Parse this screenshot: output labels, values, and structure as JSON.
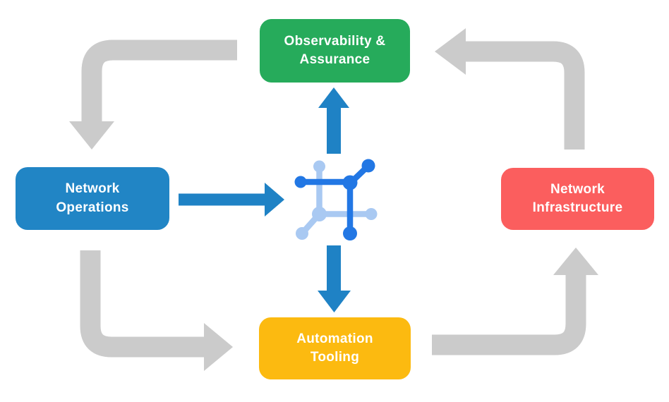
{
  "colors": {
    "background": "#ffffff",
    "arrow_gray": "#cbcbcb",
    "arrow_blue": "#1f82c5",
    "icon_dark_blue": "#2277e4",
    "icon_light_blue": "#a9c9f2",
    "node_text": "#ffffff",
    "node_green": "#26ab5b",
    "node_blue": "#2185c5",
    "node_red": "#fb5e5e",
    "node_yellow": "#fcba10"
  },
  "nodes": {
    "observability": {
      "label": "Observability &\nAssurance",
      "color": "#26ab5b"
    },
    "operations": {
      "label": "Network\nOperations",
      "color": "#2185c5"
    },
    "infrastructure": {
      "label": "Network\nInfrastructure",
      "color": "#fb5e5e"
    },
    "tooling": {
      "label": "Automation\nTooling",
      "color": "#fcba10"
    }
  },
  "center_icon": {
    "name": "network-mesh-icon"
  },
  "flows": [
    {
      "from": "Observability & Assurance",
      "to": "Network Operations",
      "style": "gray-cycle"
    },
    {
      "from": "Network Operations",
      "to": "Automation Tooling",
      "style": "gray-cycle"
    },
    {
      "from": "Automation Tooling",
      "to": "Network Infrastructure",
      "style": "gray-cycle"
    },
    {
      "from": "Network Infrastructure",
      "to": "Observability & Assurance",
      "style": "gray-cycle"
    },
    {
      "from": "Network Operations",
      "to": "network-mesh-icon",
      "style": "blue"
    },
    {
      "from": "network-mesh-icon",
      "to": "Observability & Assurance",
      "style": "blue"
    },
    {
      "from": "network-mesh-icon",
      "to": "Automation Tooling",
      "style": "blue"
    }
  ]
}
